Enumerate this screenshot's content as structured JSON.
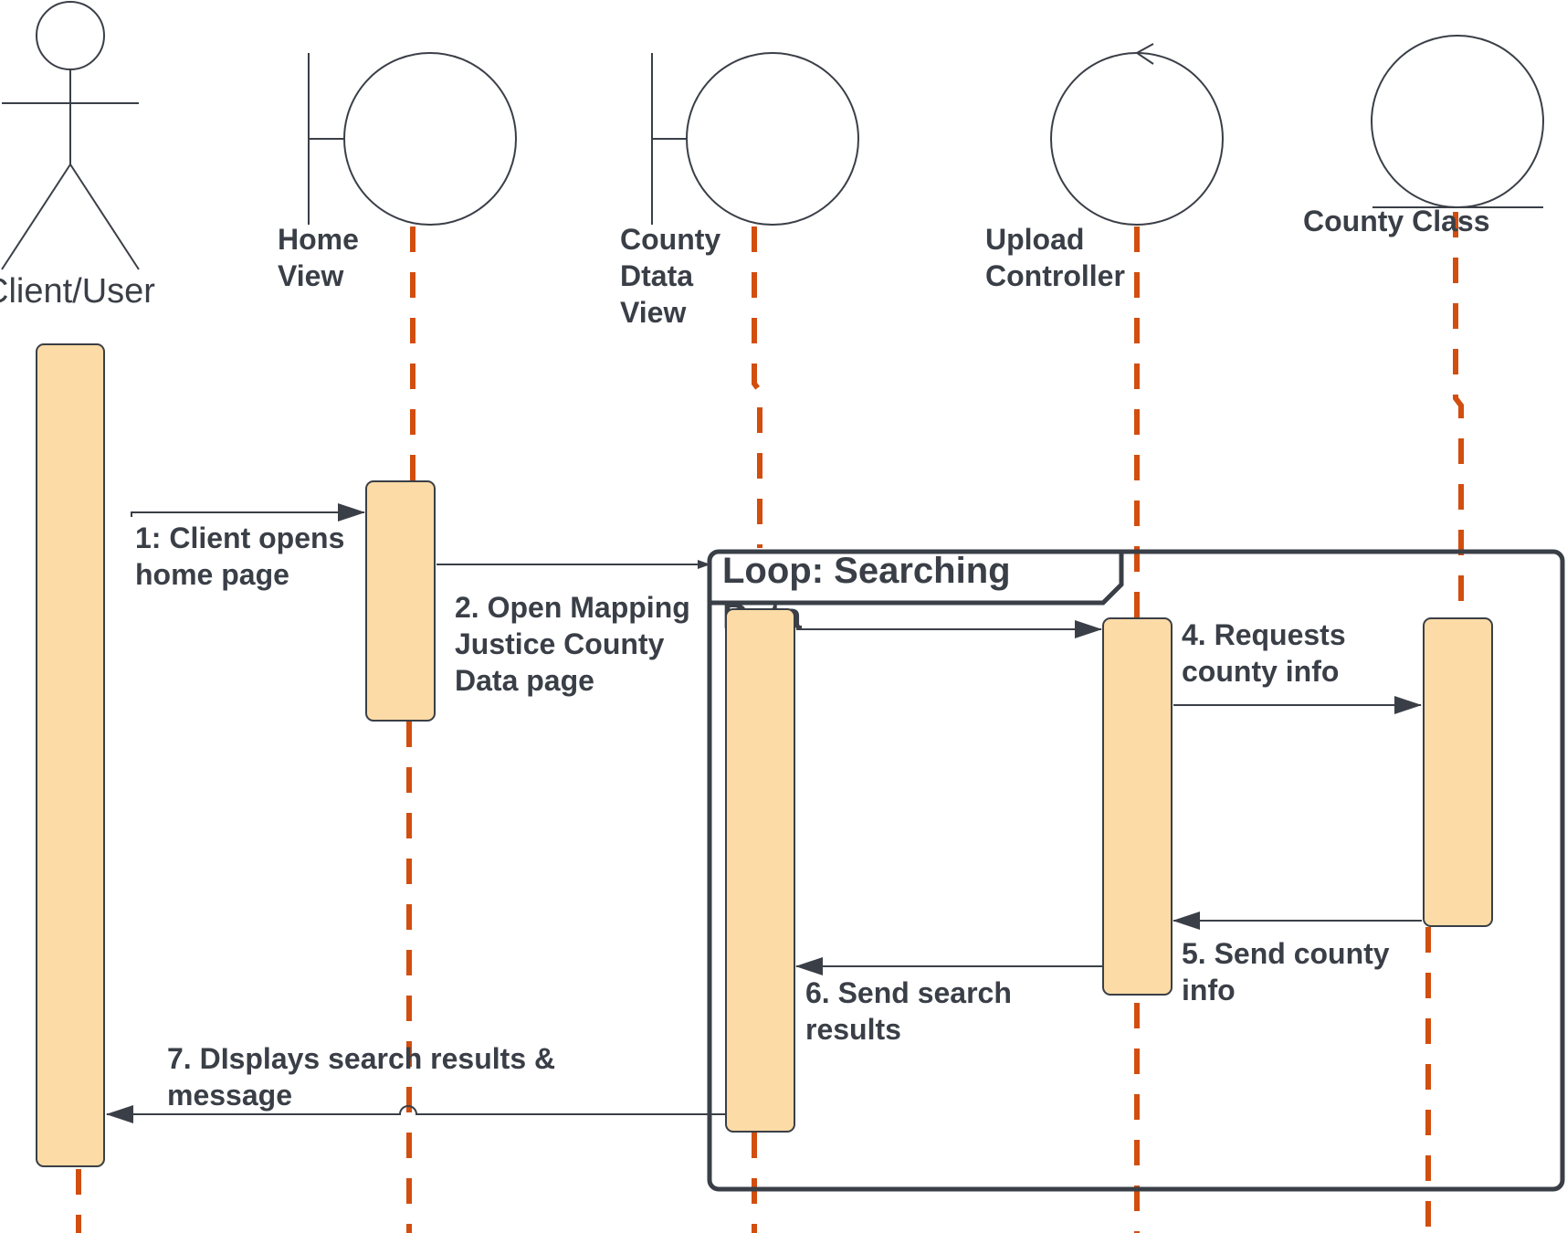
{
  "participants": {
    "client": "Client/User",
    "home_view": [
      "Home",
      "View"
    ],
    "county_data_view": [
      "County",
      "Dtata",
      "View"
    ],
    "upload_controller": [
      "Upload",
      "Controller"
    ],
    "county_class": "County Class"
  },
  "messages": {
    "m1": [
      "1: Client opens",
      "home page"
    ],
    "m2": [
      "2. Open Mapping",
      "Justice County",
      "Data page"
    ],
    "m4": [
      "4. Requests",
      "county info"
    ],
    "m5": [
      "5. Send county",
      "info"
    ],
    "m6": [
      "6. Send search",
      "results"
    ],
    "m7": [
      "7.  DIsplays search results &",
      "message"
    ]
  },
  "loop_frame": {
    "label": [
      "Loop: Searching",
      "Data"
    ]
  },
  "colors": {
    "lifeline": "#d24e0f",
    "activation_fill": "#fcdba6",
    "stroke": "#3a3f47"
  }
}
